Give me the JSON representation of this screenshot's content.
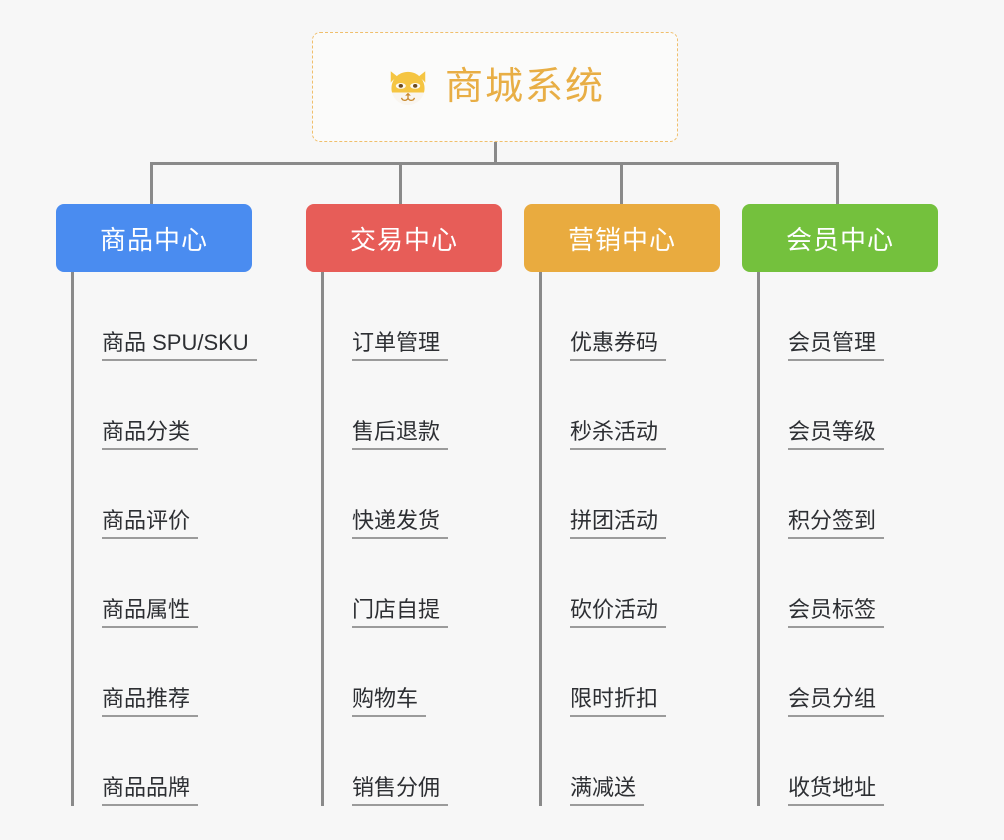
{
  "root": {
    "title": "商城系统",
    "icon": "shiba-dog-icon",
    "border_color": "#f0bf6c",
    "text_color": "#e8ae45"
  },
  "columns": [
    {
      "header": "商品中心",
      "color": "#4a8cf0",
      "items": [
        "商品 SPU/SKU",
        "商品分类",
        "商品评价",
        "商品属性",
        "商品推荐",
        "商品品牌"
      ]
    },
    {
      "header": "交易中心",
      "color": "#e75d58",
      "items": [
        "订单管理",
        "售后退款",
        "快递发货",
        "门店自提",
        "购物车",
        "销售分佣"
      ]
    },
    {
      "header": "营销中心",
      "color": "#e9ab3f",
      "items": [
        "优惠券码",
        "秒杀活动",
        "拼团活动",
        "砍价活动",
        "限时折扣",
        "满减送"
      ]
    },
    {
      "header": "会员中心",
      "color": "#74c13d",
      "items": [
        "会员管理",
        "会员等级",
        "积分签到",
        "会员标签",
        "会员分组",
        "收货地址"
      ]
    }
  ],
  "canvas": {
    "background": "#f7f7f7",
    "connector_color": "#8a8a8a",
    "underline_color": "#9b9b9b"
  }
}
